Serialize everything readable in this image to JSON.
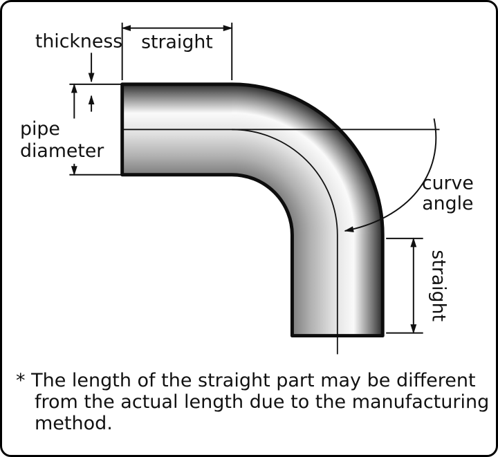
{
  "diagram": {
    "labels": {
      "thickness": "thickness",
      "straight_top": "straight",
      "pipe_diameter_line1": "pipe",
      "pipe_diameter_line2": "diameter",
      "curve_angle_line1": "curve",
      "curve_angle_line2": "angle",
      "straight_right": "straight"
    },
    "footnote": {
      "lines": [
        "* The length of the straight part may be different",
        "from the actual length due to the manufacturing",
        "method."
      ]
    },
    "colors": {
      "outline": "#111111",
      "background": "#ffffff",
      "metal_edge_dark": "#2b2b2b",
      "metal_dark": "#6e6e6e",
      "metal_mid": "#b0b0b0",
      "metal_light": "#e0e0e0",
      "metal_highlight": "#fafafa",
      "metal_inner": "#7d7d7d"
    }
  }
}
